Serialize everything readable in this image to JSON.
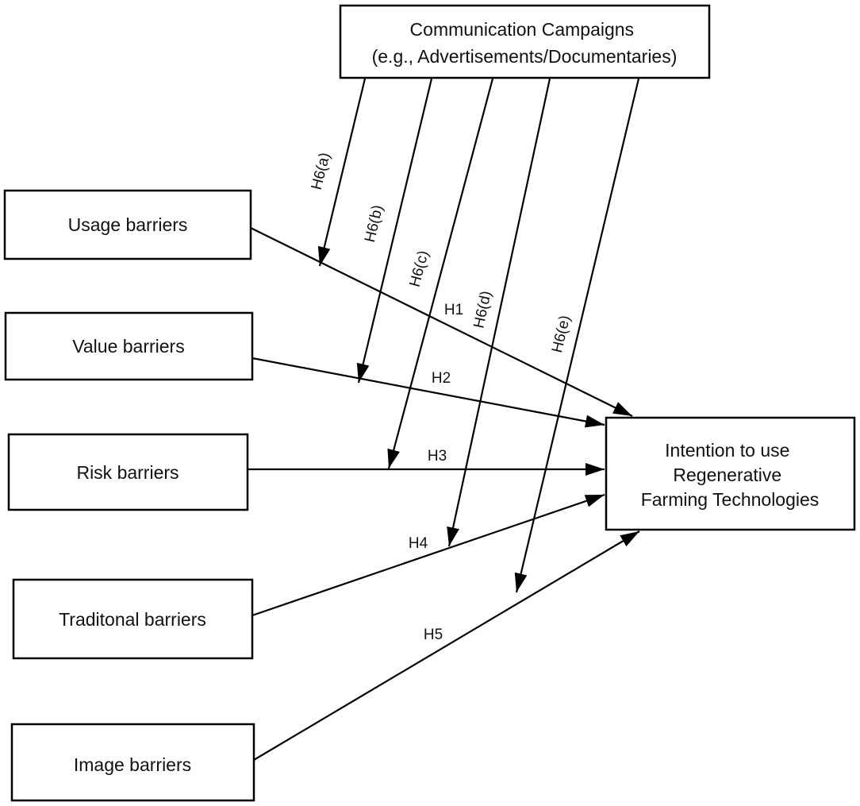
{
  "nodes": {
    "campaign": {
      "lines": [
        "Communication Campaigns",
        "(e.g., Advertisements/Documentaries)"
      ]
    },
    "usage": {
      "lines": [
        "Usage barriers"
      ]
    },
    "value": {
      "lines": [
        "Value barriers"
      ]
    },
    "risk": {
      "lines": [
        "Risk barriers"
      ]
    },
    "traditional": {
      "lines": [
        "Traditonal barriers"
      ]
    },
    "image": {
      "lines": [
        "Image barriers"
      ]
    },
    "intention": {
      "lines": [
        "Intention to use",
        "Regenerative",
        "Farming Technologies"
      ]
    }
  },
  "edges": [
    {
      "id": "h1",
      "from": "usage",
      "to": "intention",
      "label": "H1"
    },
    {
      "id": "h2",
      "from": "value",
      "to": "intention",
      "label": "H2"
    },
    {
      "id": "h3",
      "from": "risk",
      "to": "intention",
      "label": "H3"
    },
    {
      "id": "h4",
      "from": "traditional",
      "to": "intention",
      "label": "H4"
    },
    {
      "id": "h5",
      "from": "image",
      "to": "intention",
      "label": "H5"
    },
    {
      "id": "h6a",
      "from": "campaign",
      "to": "h1",
      "label": "H6(a)"
    },
    {
      "id": "h6b",
      "from": "campaign",
      "to": "h2",
      "label": "H6(b)"
    },
    {
      "id": "h6c",
      "from": "campaign",
      "to": "h3",
      "label": "H6(c)"
    },
    {
      "id": "h6d",
      "from": "campaign",
      "to": "h4",
      "label": "H6(d)"
    },
    {
      "id": "h6e",
      "from": "campaign",
      "to": "h5",
      "label": "H6(e)"
    }
  ]
}
